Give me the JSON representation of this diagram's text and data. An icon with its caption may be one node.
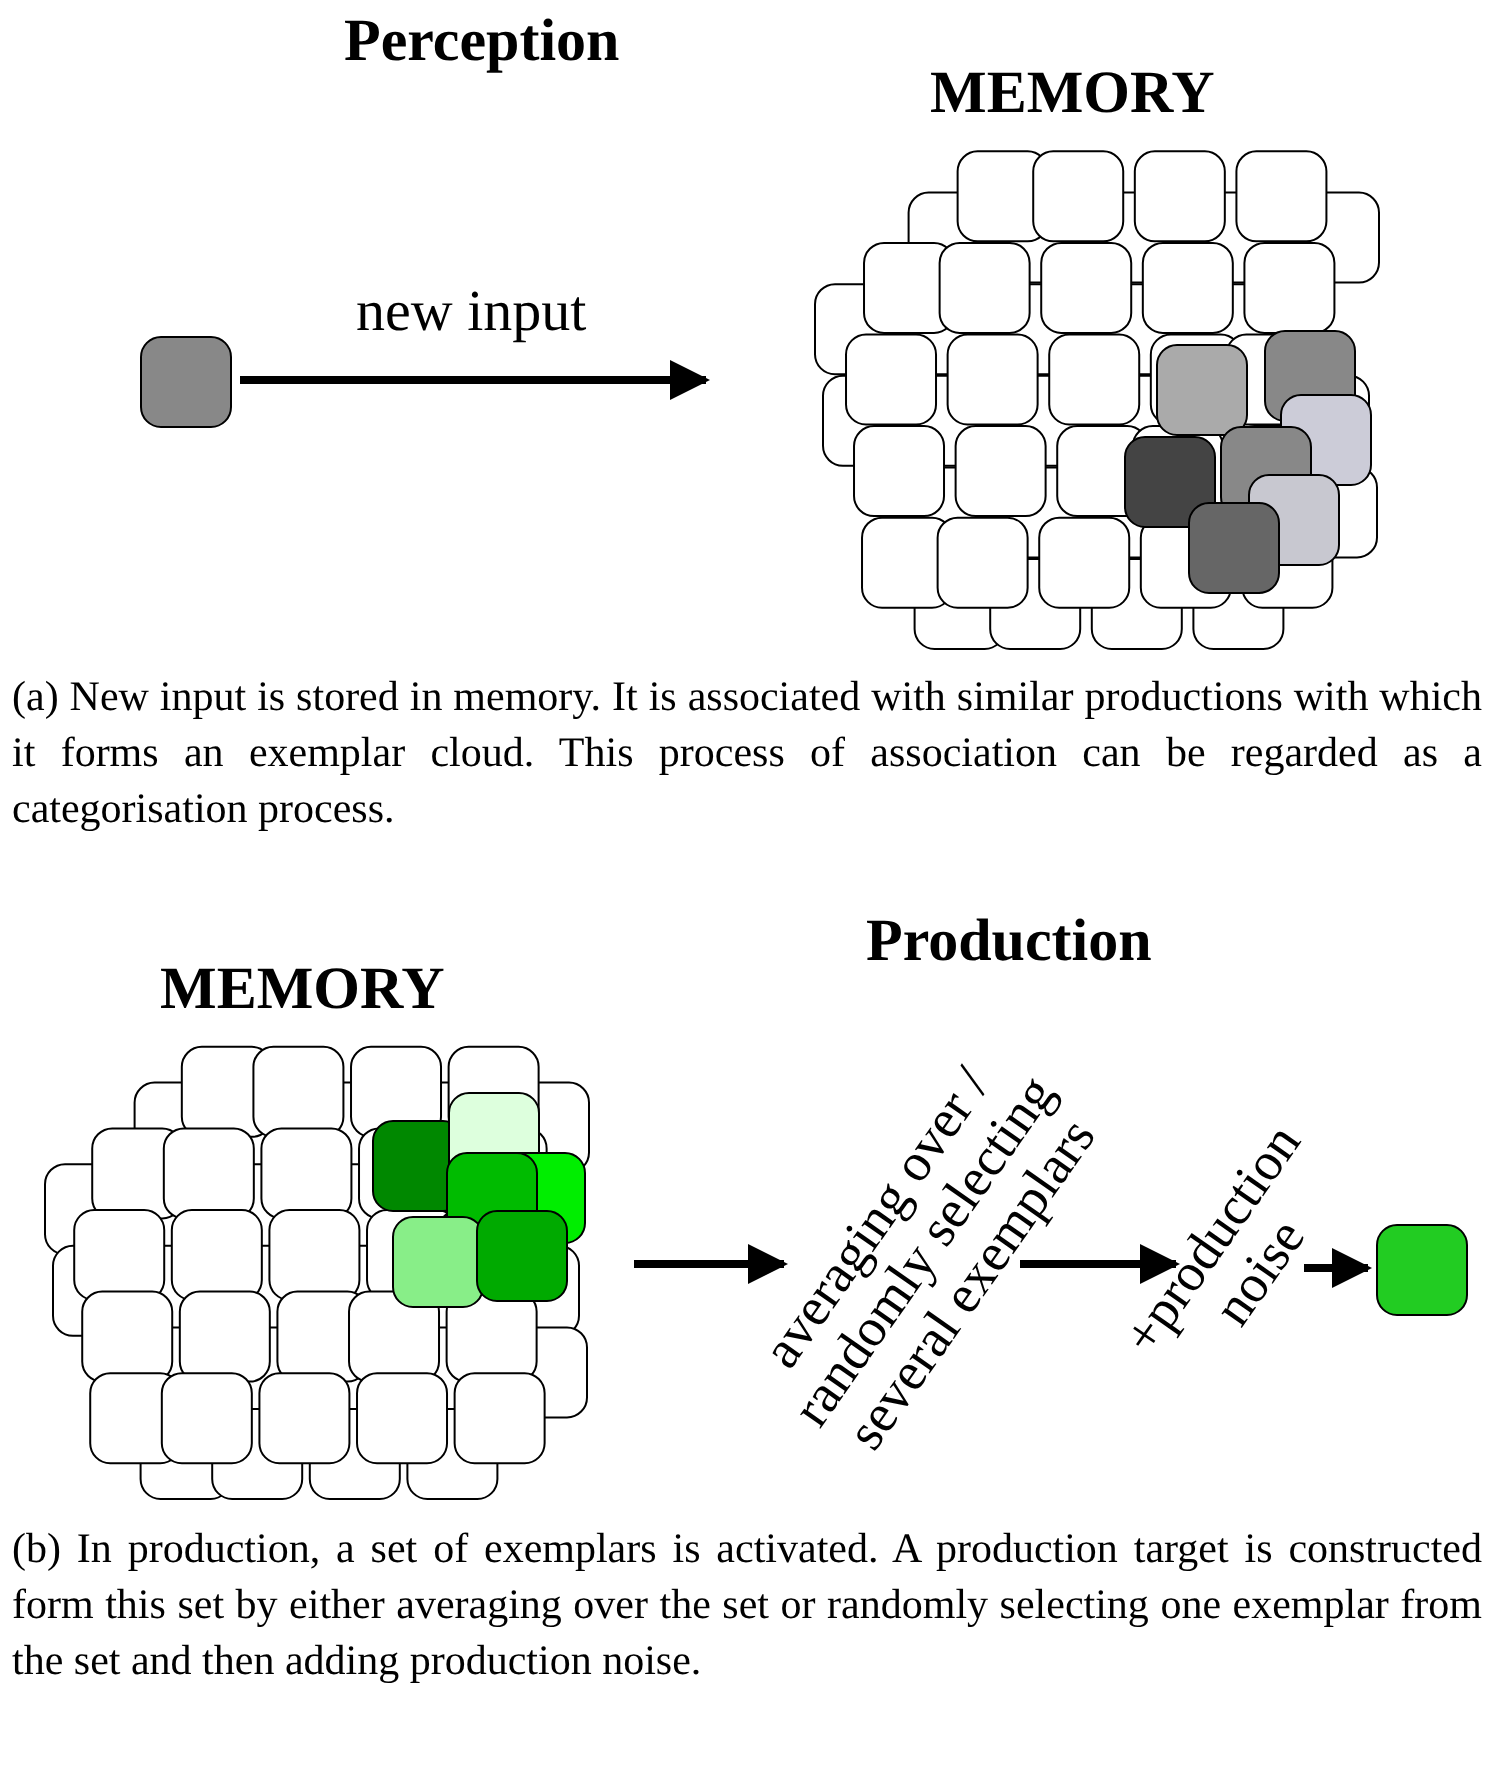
{
  "diagram": {
    "nodes": [
      {
        "text": [],
        "shape": "box"
      },
      {
        "text": [
          "MEMORY"
        ]
      },
      {
        "text": [
          "MEMORY"
        ]
      },
      {
        "text": [
          "averaging over / randomly selecting several exemplars"
        ]
      },
      {
        "text": [
          "+production noise"
        ]
      },
      {
        "text": [],
        "shape": "box"
      }
    ],
    "edges": [
      {
        "from": 0,
        "to": 1,
        "arrow": "to",
        "label": "new input"
      },
      {
        "from": 2,
        "to": 3,
        "arrow": "to"
      },
      {
        "from": 3,
        "to": 4,
        "arrow": "to"
      },
      {
        "from": 4,
        "to": 5,
        "arrow": "to"
      }
    ],
    "labels": [
      "Perception",
      "(a) New input is stored in memory. It is associated with similar productions with which it forms an exemplar cloud. This process of association can be regarded as a categorisation process.",
      "Production",
      "(b) In production, a set of exemplars is activated. A production target is constructed form this set by either averaging over the set or randomly selecting one exemplar from the set and then adding production noise."
    ]
  }
}
